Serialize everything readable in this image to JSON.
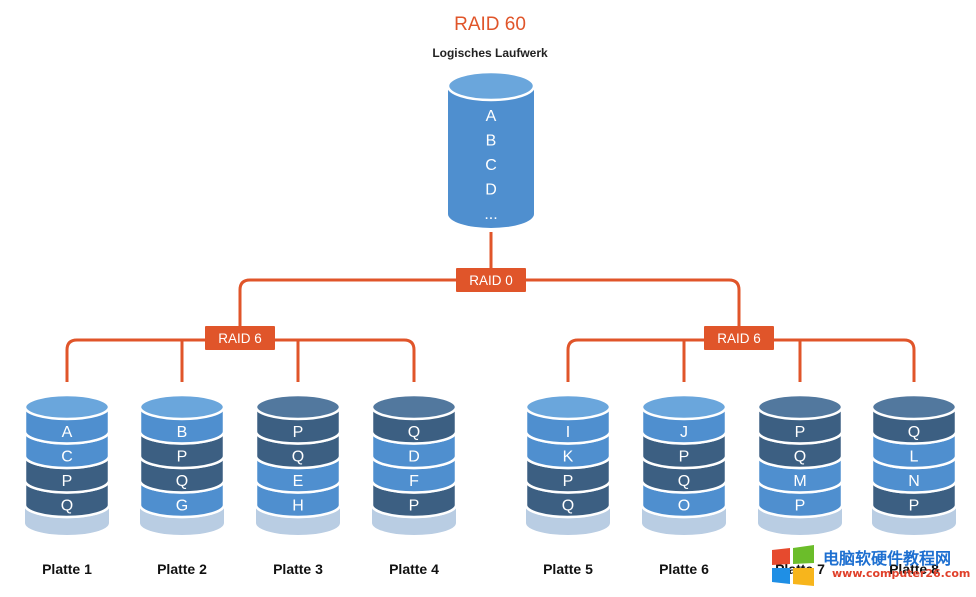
{
  "title": "RAID 60",
  "subtitle": "Logisches Laufwerk",
  "logical_drive": {
    "blocks": [
      "A",
      "B",
      "C",
      "D",
      "..."
    ]
  },
  "connectors": {
    "top": "RAID 0",
    "left": "RAID 6",
    "right": "RAID 6"
  },
  "disks": [
    {
      "label": "Platte 1",
      "blocks": [
        "A",
        "C",
        "P",
        "Q"
      ],
      "shade": [
        "light",
        "light",
        "dark",
        "dark"
      ]
    },
    {
      "label": "Platte 2",
      "blocks": [
        "B",
        "P",
        "Q",
        "G"
      ],
      "shade": [
        "light",
        "dark",
        "dark",
        "light"
      ]
    },
    {
      "label": "Platte 3",
      "blocks": [
        "P",
        "Q",
        "E",
        "H"
      ],
      "shade": [
        "dark",
        "dark",
        "light",
        "light"
      ]
    },
    {
      "label": "Platte 4",
      "blocks": [
        "Q",
        "D",
        "F",
        "P"
      ],
      "shade": [
        "dark",
        "light",
        "light",
        "dark"
      ]
    },
    {
      "label": "Platte 5",
      "blocks": [
        "I",
        "K",
        "P",
        "Q"
      ],
      "shade": [
        "light",
        "light",
        "dark",
        "dark"
      ]
    },
    {
      "label": "Platte 6",
      "blocks": [
        "J",
        "P",
        "Q",
        "O"
      ],
      "shade": [
        "light",
        "dark",
        "dark",
        "light"
      ]
    },
    {
      "label": "Platte 7",
      "blocks": [
        "P",
        "Q",
        "M",
        "P"
      ],
      "shade": [
        "dark",
        "dark",
        "light",
        "light"
      ]
    },
    {
      "label": "Platte 8",
      "blocks": [
        "Q",
        "L",
        "N",
        "P"
      ],
      "shade": [
        "dark",
        "light",
        "light",
        "dark"
      ]
    }
  ],
  "watermark": {
    "cn": "电脑软硬件教程网",
    "url": "www.computer26.com"
  },
  "colors": {
    "accent": "#e0552a",
    "light": "#4f8fcf",
    "light_top": "#6aa6dc",
    "dark": "#3c5f82",
    "dark_top": "#52789e",
    "base": "#b9cde3",
    "base_top": "#c9d9ea",
    "sep": "#ffffff"
  }
}
